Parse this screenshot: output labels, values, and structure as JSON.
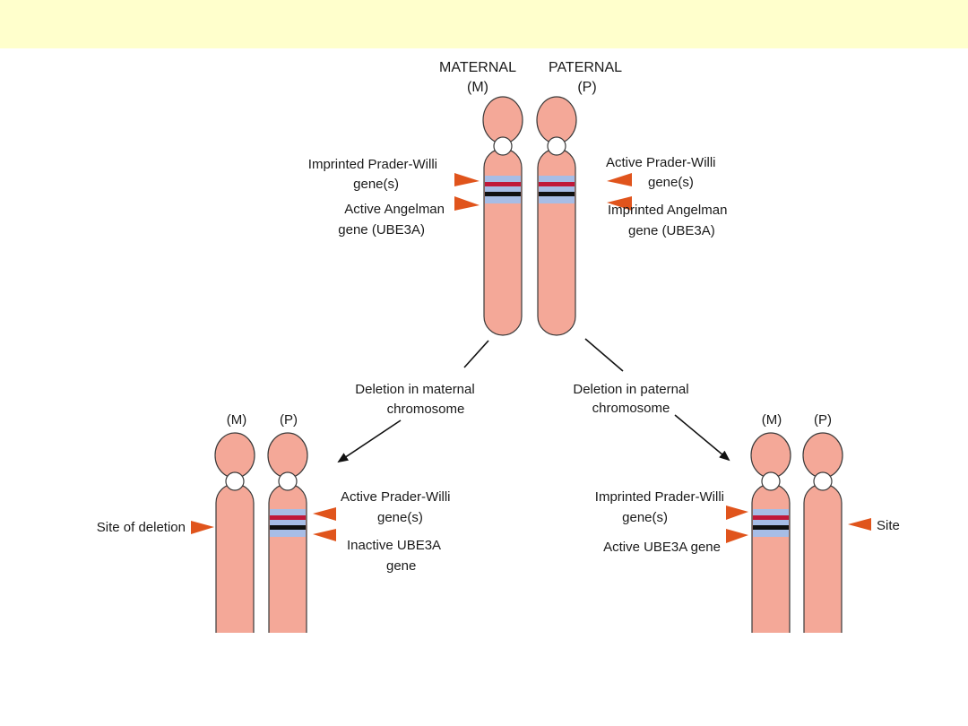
{
  "header": {
    "maternal": "MATERNAL",
    "maternal_abbr": "(M)",
    "paternal": "PATERNAL",
    "paternal_abbr": "(P)"
  },
  "top_left_labels": {
    "pw_line1": "Imprinted Prader-Willi",
    "pw_line2": "gene(s)",
    "ang_line1": "Active Angelman",
    "ang_line2": "gene (UBE3A)"
  },
  "top_right_labels": {
    "pw_line1": "Active Prader-Willi",
    "pw_line2": "gene(s)",
    "ang_line1": "Imprinted Angelman",
    "ang_line2": "gene (UBE3A)"
  },
  "arrows": {
    "left_line1": "Deletion in maternal",
    "left_line2": "chromosome",
    "right_line1": "Deletion in paternal",
    "right_line2": "chromosome"
  },
  "bottom_left": {
    "m_abbr": "(M)",
    "p_abbr": "(P)",
    "site": "Site of deletion",
    "pw_line1": "Active Prader-Willi",
    "pw_line2": "gene(s)",
    "ube_line1": "Inactive UBE3A",
    "ube_line2": "gene"
  },
  "bottom_right": {
    "m_abbr": "(M)",
    "p_abbr": "(P)",
    "pw_line1": "Imprinted Prader-Willi",
    "pw_line2": "gene(s)",
    "ube_line1": "Active UBE3A gene",
    "site_partial": "Site"
  },
  "colors": {
    "chromosome": "#f4a898",
    "chromosome_outline": "#3a3a3a",
    "band_blue": "#a7bde6",
    "band_red": "#c0183a",
    "band_black": "#111111",
    "pointer": "#e0541c",
    "banner": "#ffffcc"
  }
}
